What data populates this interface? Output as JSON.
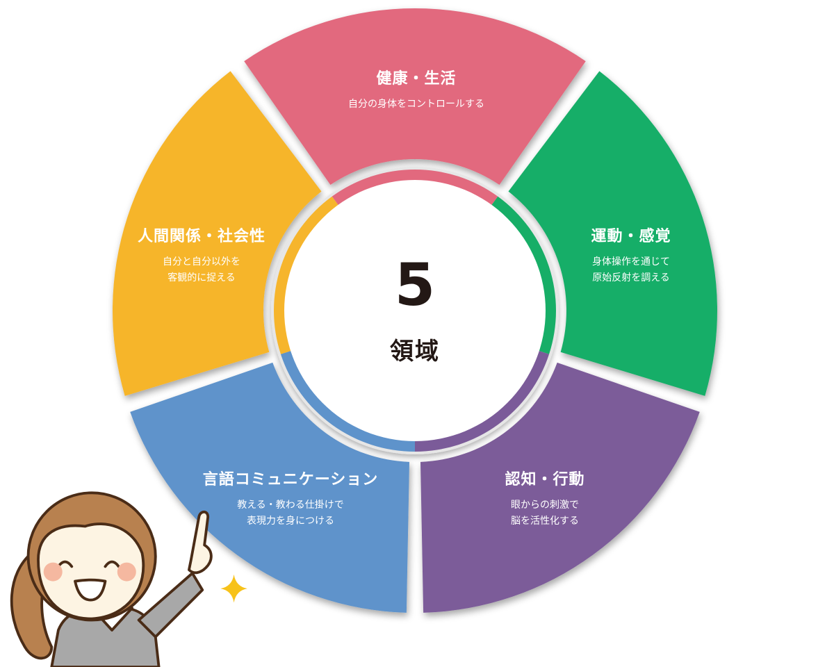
{
  "diagram": {
    "center": {
      "number": "5",
      "label": "領域"
    },
    "domains": [
      {
        "id": "health",
        "title": "健康・生活",
        "desc_lines": [
          "自分の身体をコントロールする"
        ],
        "color": "#e2697e"
      },
      {
        "id": "motor",
        "title": "運動・感覚",
        "desc_lines": [
          "身体操作を通じて",
          "原始反射を調える"
        ],
        "color": "#17ae67"
      },
      {
        "id": "cognition",
        "title": "認知・行動",
        "desc_lines": [
          "眼からの刺激で",
          "脳を活性化する"
        ],
        "color": "#7b5b99"
      },
      {
        "id": "language",
        "title": "言語コミュニケーション",
        "desc_lines": [
          "教える・教わる仕掛けで",
          "表現力を身につける"
        ],
        "color": "#5e93cb"
      },
      {
        "id": "social",
        "title": "人間関係・社会性",
        "desc_lines": [
          "自分と自分以外を",
          "客観的に捉える"
        ],
        "color": "#f6b52c"
      }
    ]
  },
  "illustration": {
    "description": "pointing-woman-in-suit",
    "sparkle_color": "#f7c21a"
  }
}
